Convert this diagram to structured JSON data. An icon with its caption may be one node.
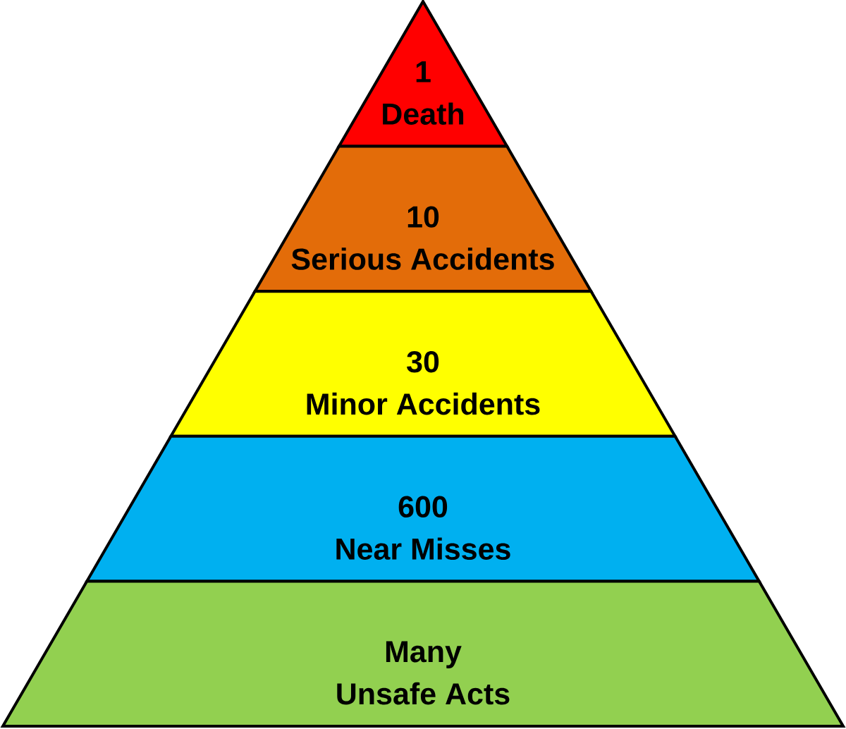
{
  "diagram": {
    "nodes": [
      {
        "text": [
          "1",
          "Death"
        ]
      },
      {
        "text": [
          "10",
          "Serious Accidents"
        ]
      },
      {
        "text": [
          "30",
          "Minor Accidents"
        ]
      },
      {
        "text": [
          "600",
          "Near Misses"
        ]
      },
      {
        "text": [
          "Many",
          "Unsafe Acts"
        ]
      }
    ]
  }
}
